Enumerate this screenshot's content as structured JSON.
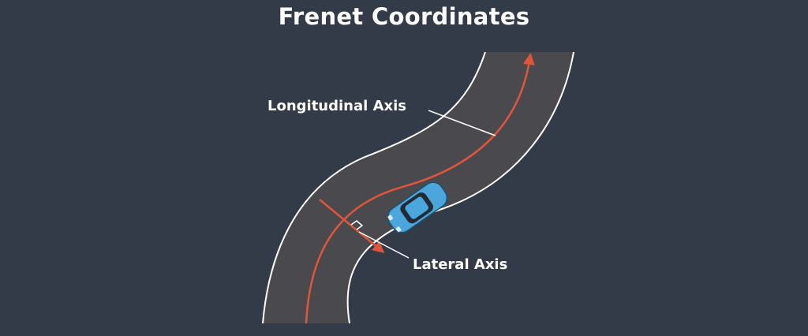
{
  "title": "Frenet Coordinates",
  "labels": {
    "longitudinal": "Longitudinal Axis",
    "lateral": "Lateral Axis"
  },
  "colors": {
    "background": "#343b48",
    "road": "#4a494e",
    "road_edge": "#ffffff",
    "axis_arrow": "#e0563b",
    "car_body": "#4ba6dc",
    "car_window": "#232a36"
  }
}
